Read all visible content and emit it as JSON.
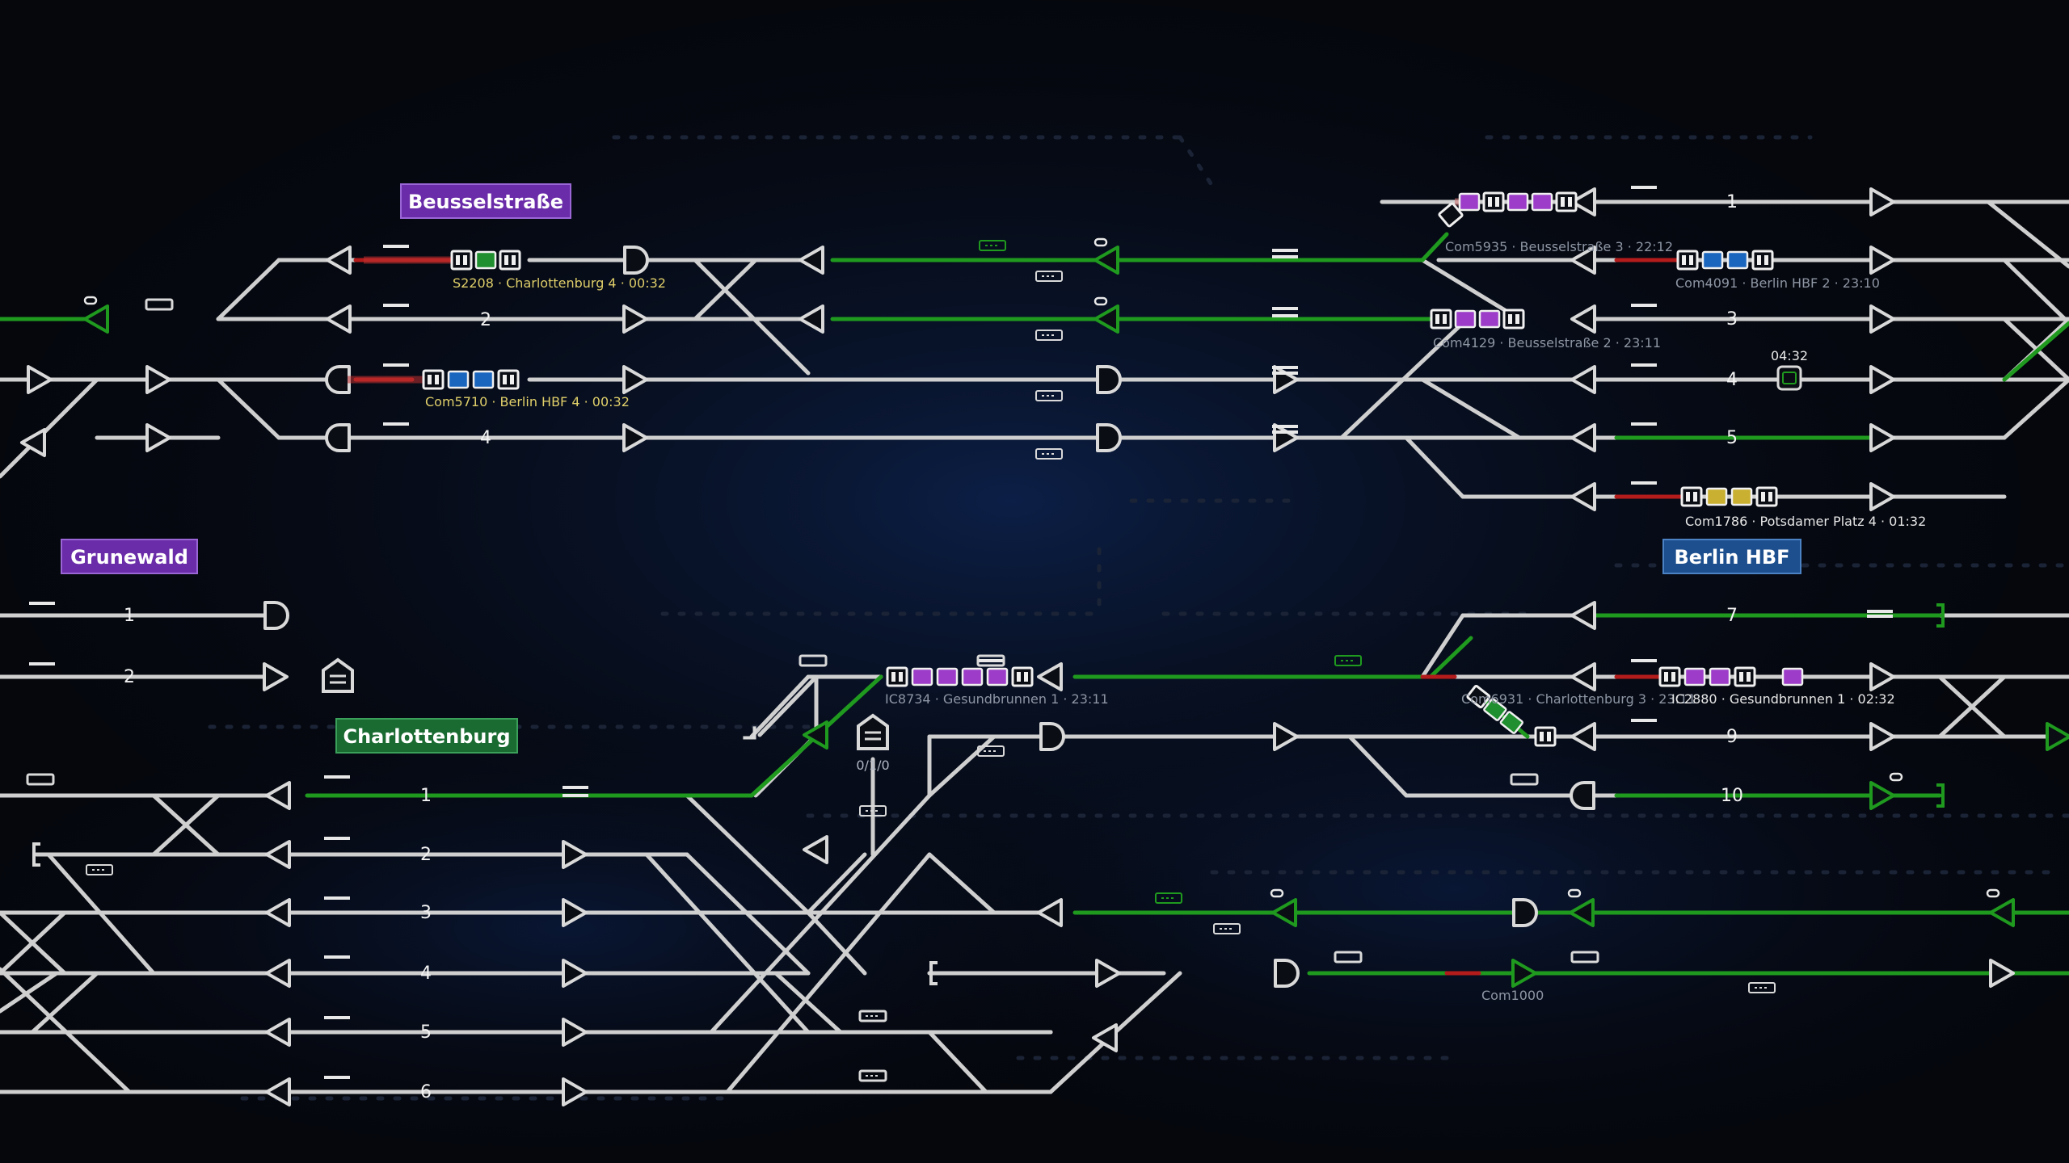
{
  "colors": {
    "background": "#05070d",
    "track": "#d4d4d4",
    "track_clear": "#1f9a1f",
    "track_blocked": "#b41c1c",
    "station_purple": "#6a2ca8",
    "station_green": "#1a6b32",
    "station_blue": "#1d4f8f",
    "wagon_green": "#1f8f2f",
    "wagon_blue": "#1a66bf",
    "wagon_purple": "#9c3cc9",
    "wagon_yellow": "#c9b030",
    "label_yellow": "#e0cf6a",
    "label_gray": "#8e96a4"
  },
  "stations": {
    "beusselstrasse": "Beusselstraße",
    "grunewald": "Grunewald",
    "charlottenburg": "Charlottenburg",
    "berlin_hbf": "Berlin HBF"
  },
  "platform_numbers": {
    "beussel": [
      "2",
      "4"
    ],
    "hbf": [
      "1",
      "3",
      "4",
      "5",
      "7",
      "9",
      "10"
    ],
    "grunewald": [
      "1",
      "2"
    ],
    "charlottenburg": [
      "1",
      "2",
      "3",
      "4",
      "5",
      "6"
    ]
  },
  "train_labels": {
    "s2208": "S2208 · Charlottenburg  4 · 00:32",
    "com5710": "Com5710 · Berlin HBF  4 · 00:32",
    "com5935": "Com5935 · Beusselstraße  3 · 22:12",
    "com4091": "Com4091 · Berlin HBF  2 · 23:10",
    "com4129": "Com4129 · Beusselstraße  2 · 23:11",
    "com1786": "Com1786 · Potsdamer Platz  4 · 01:32",
    "ic8734": "IC8734 · Gesundbrunnen  1 · 23:11",
    "com6931": "Com6931 · Charlottenburg  3 · 23:11",
    "ic2880": "IC2880 · Gesundbrunnen  1 · 02:32",
    "com1000": "Com1000"
  },
  "timer": "04:32",
  "counter": "0/1/0",
  "icons": [
    "signal-open-icon",
    "signal-closed-icon",
    "buffer-stop-icon",
    "train-depot-icon",
    "wagon-icon",
    "locomotive-icon",
    "chain-link-icon"
  ]
}
